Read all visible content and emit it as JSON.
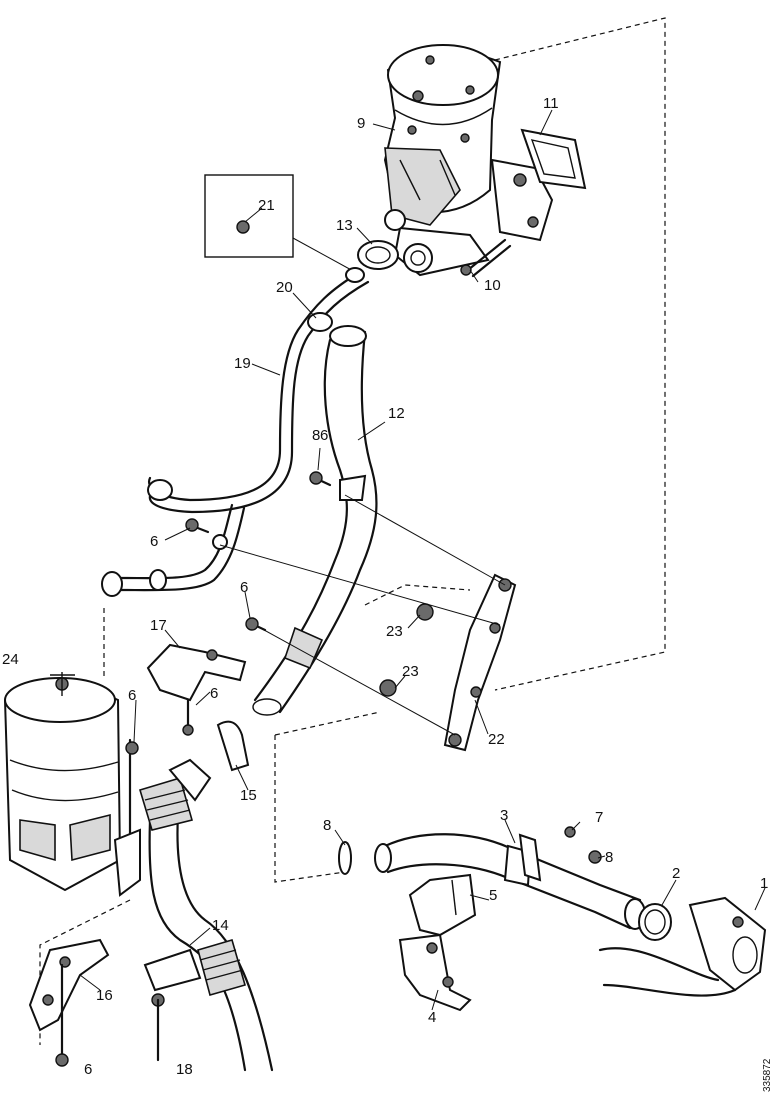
{
  "diagram": {
    "callouts": [
      {
        "id": "c1",
        "text": "1"
      },
      {
        "id": "c2",
        "text": "2"
      },
      {
        "id": "c3",
        "text": "3"
      },
      {
        "id": "c4",
        "text": "4"
      },
      {
        "id": "c5",
        "text": "5"
      },
      {
        "id": "c6a",
        "text": "6"
      },
      {
        "id": "c6b",
        "text": "6"
      },
      {
        "id": "c6c",
        "text": "6"
      },
      {
        "id": "c6d",
        "text": "6"
      },
      {
        "id": "c6e",
        "text": "6"
      },
      {
        "id": "c6f",
        "text": "6"
      },
      {
        "id": "c7",
        "text": "7"
      },
      {
        "id": "c8a",
        "text": "8"
      },
      {
        "id": "c8b",
        "text": "8"
      },
      {
        "id": "c8c",
        "text": "8"
      },
      {
        "id": "c9",
        "text": "9"
      },
      {
        "id": "c10",
        "text": "10"
      },
      {
        "id": "c11",
        "text": "11"
      },
      {
        "id": "c12",
        "text": "12"
      },
      {
        "id": "c13",
        "text": "13"
      },
      {
        "id": "c14",
        "text": "14"
      },
      {
        "id": "c15",
        "text": "15"
      },
      {
        "id": "c16",
        "text": "16"
      },
      {
        "id": "c17",
        "text": "17"
      },
      {
        "id": "c18",
        "text": "18"
      },
      {
        "id": "c19",
        "text": "19"
      },
      {
        "id": "c20",
        "text": "20"
      },
      {
        "id": "c21",
        "text": "21"
      },
      {
        "id": "c22",
        "text": "22"
      },
      {
        "id": "c23a",
        "text": "23"
      },
      {
        "id": "c23b",
        "text": "23"
      },
      {
        "id": "c24",
        "text": "24"
      }
    ],
    "document_id": "335872"
  }
}
